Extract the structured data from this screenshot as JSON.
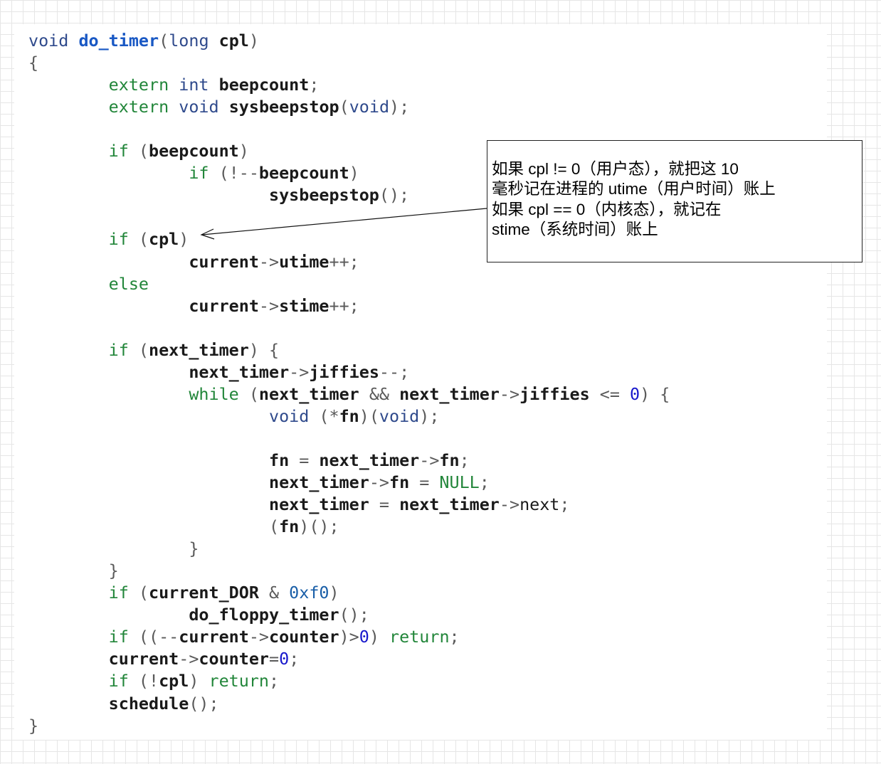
{
  "code": {
    "lines": [
      [
        {
          "t": "void",
          "c": "ty"
        },
        {
          "t": " ",
          "c": "op"
        },
        {
          "t": "do_timer",
          "c": "fnname"
        },
        {
          "t": "(",
          "c": "op"
        },
        {
          "t": "long",
          "c": "ty"
        },
        {
          "t": " ",
          "c": "op"
        },
        {
          "t": "cpl",
          "c": "id"
        },
        {
          "t": ")",
          "c": "op"
        }
      ],
      [
        {
          "t": "{",
          "c": "op"
        }
      ],
      [
        {
          "t": "        ",
          "c": "op"
        },
        {
          "t": "extern",
          "c": "kw"
        },
        {
          "t": " ",
          "c": "op"
        },
        {
          "t": "int",
          "c": "ty"
        },
        {
          "t": " ",
          "c": "op"
        },
        {
          "t": "beepcount",
          "c": "id"
        },
        {
          "t": ";",
          "c": "op"
        }
      ],
      [
        {
          "t": "        ",
          "c": "op"
        },
        {
          "t": "extern",
          "c": "kw"
        },
        {
          "t": " ",
          "c": "op"
        },
        {
          "t": "void",
          "c": "ty"
        },
        {
          "t": " ",
          "c": "op"
        },
        {
          "t": "sysbeepstop",
          "c": "id"
        },
        {
          "t": "(",
          "c": "op"
        },
        {
          "t": "void",
          "c": "ty"
        },
        {
          "t": ");",
          "c": "op"
        }
      ],
      [],
      [
        {
          "t": "        ",
          "c": "op"
        },
        {
          "t": "if",
          "c": "kw"
        },
        {
          "t": " (",
          "c": "op"
        },
        {
          "t": "beepcount",
          "c": "id"
        },
        {
          "t": ")",
          "c": "op"
        }
      ],
      [
        {
          "t": "                ",
          "c": "op"
        },
        {
          "t": "if",
          "c": "kw"
        },
        {
          "t": " (!--",
          "c": "op"
        },
        {
          "t": "beepcount",
          "c": "id"
        },
        {
          "t": ")",
          "c": "op"
        }
      ],
      [
        {
          "t": "                        ",
          "c": "op"
        },
        {
          "t": "sysbeepstop",
          "c": "id"
        },
        {
          "t": "();",
          "c": "op"
        }
      ],
      [],
      [
        {
          "t": "        ",
          "c": "op"
        },
        {
          "t": "if",
          "c": "kw"
        },
        {
          "t": " (",
          "c": "op"
        },
        {
          "t": "cpl",
          "c": "id"
        },
        {
          "t": ")",
          "c": "op"
        }
      ],
      [
        {
          "t": "                ",
          "c": "op"
        },
        {
          "t": "current",
          "c": "id"
        },
        {
          "t": "->",
          "c": "op"
        },
        {
          "t": "utime",
          "c": "id"
        },
        {
          "t": "++;",
          "c": "op"
        }
      ],
      [
        {
          "t": "        ",
          "c": "op"
        },
        {
          "t": "else",
          "c": "kw"
        }
      ],
      [
        {
          "t": "                ",
          "c": "op"
        },
        {
          "t": "current",
          "c": "id"
        },
        {
          "t": "->",
          "c": "op"
        },
        {
          "t": "stime",
          "c": "id"
        },
        {
          "t": "++;",
          "c": "op"
        }
      ],
      [],
      [
        {
          "t": "        ",
          "c": "op"
        },
        {
          "t": "if",
          "c": "kw"
        },
        {
          "t": " (",
          "c": "op"
        },
        {
          "t": "next_timer",
          "c": "id"
        },
        {
          "t": ") {",
          "c": "op"
        }
      ],
      [
        {
          "t": "                ",
          "c": "op"
        },
        {
          "t": "next_timer",
          "c": "id"
        },
        {
          "t": "->",
          "c": "op"
        },
        {
          "t": "jiffies",
          "c": "id"
        },
        {
          "t": "--;",
          "c": "op"
        }
      ],
      [
        {
          "t": "                ",
          "c": "op"
        },
        {
          "t": "while",
          "c": "kw"
        },
        {
          "t": " (",
          "c": "op"
        },
        {
          "t": "next_timer",
          "c": "id"
        },
        {
          "t": " && ",
          "c": "op"
        },
        {
          "t": "next_timer",
          "c": "id"
        },
        {
          "t": "->",
          "c": "op"
        },
        {
          "t": "jiffies",
          "c": "id"
        },
        {
          "t": " <= ",
          "c": "op"
        },
        {
          "t": "0",
          "c": "num"
        },
        {
          "t": ") {",
          "c": "op"
        }
      ],
      [
        {
          "t": "                        ",
          "c": "op"
        },
        {
          "t": "void",
          "c": "ty"
        },
        {
          "t": " (*",
          "c": "op"
        },
        {
          "t": "fn",
          "c": "id"
        },
        {
          "t": ")(",
          "c": "op"
        },
        {
          "t": "void",
          "c": "ty"
        },
        {
          "t": ");",
          "c": "op"
        }
      ],
      [],
      [
        {
          "t": "                        ",
          "c": "op"
        },
        {
          "t": "fn",
          "c": "id"
        },
        {
          "t": " = ",
          "c": "op"
        },
        {
          "t": "next_timer",
          "c": "id"
        },
        {
          "t": "->",
          "c": "op"
        },
        {
          "t": "fn",
          "c": "id"
        },
        {
          "t": ";",
          "c": "op"
        }
      ],
      [
        {
          "t": "                        ",
          "c": "op"
        },
        {
          "t": "next_timer",
          "c": "id"
        },
        {
          "t": "->",
          "c": "op"
        },
        {
          "t": "fn",
          "c": "id"
        },
        {
          "t": " = ",
          "c": "op"
        },
        {
          "t": "NULL",
          "c": "kw"
        },
        {
          "t": ";",
          "c": "op"
        }
      ],
      [
        {
          "t": "                        ",
          "c": "op"
        },
        {
          "t": "next_timer",
          "c": "id"
        },
        {
          "t": " = ",
          "c": "op"
        },
        {
          "t": "next_timer",
          "c": "id"
        },
        {
          "t": "->",
          "c": "op"
        },
        {
          "t": "next",
          "c": "plain"
        },
        {
          "t": ";",
          "c": "op"
        }
      ],
      [
        {
          "t": "                        ",
          "c": "op"
        },
        {
          "t": "(",
          "c": "op"
        },
        {
          "t": "fn",
          "c": "id"
        },
        {
          "t": ")();",
          "c": "op"
        }
      ],
      [
        {
          "t": "                ",
          "c": "op"
        },
        {
          "t": "}",
          "c": "op"
        }
      ],
      [
        {
          "t": "        ",
          "c": "op"
        },
        {
          "t": "}",
          "c": "op"
        }
      ],
      [
        {
          "t": "        ",
          "c": "op"
        },
        {
          "t": "if",
          "c": "kw"
        },
        {
          "t": " (",
          "c": "op"
        },
        {
          "t": "current_DOR",
          "c": "id"
        },
        {
          "t": " & ",
          "c": "op"
        },
        {
          "t": "0xf0",
          "c": "hex"
        },
        {
          "t": ")",
          "c": "op"
        }
      ],
      [
        {
          "t": "                ",
          "c": "op"
        },
        {
          "t": "do_floppy_timer",
          "c": "id"
        },
        {
          "t": "();",
          "c": "op"
        }
      ],
      [
        {
          "t": "        ",
          "c": "op"
        },
        {
          "t": "if",
          "c": "kw"
        },
        {
          "t": " ((--",
          "c": "op"
        },
        {
          "t": "current",
          "c": "id"
        },
        {
          "t": "->",
          "c": "op"
        },
        {
          "t": "counter",
          "c": "id"
        },
        {
          "t": ")>",
          "c": "op"
        },
        {
          "t": "0",
          "c": "num"
        },
        {
          "t": ") ",
          "c": "op"
        },
        {
          "t": "return",
          "c": "kw"
        },
        {
          "t": ";",
          "c": "op"
        }
      ],
      [
        {
          "t": "        ",
          "c": "op"
        },
        {
          "t": "current",
          "c": "id"
        },
        {
          "t": "->",
          "c": "op"
        },
        {
          "t": "counter",
          "c": "id"
        },
        {
          "t": "=",
          "c": "op"
        },
        {
          "t": "0",
          "c": "num"
        },
        {
          "t": ";",
          "c": "op"
        }
      ],
      [
        {
          "t": "        ",
          "c": "op"
        },
        {
          "t": "if",
          "c": "kw"
        },
        {
          "t": " (!",
          "c": "op"
        },
        {
          "t": "cpl",
          "c": "id"
        },
        {
          "t": ") ",
          "c": "op"
        },
        {
          "t": "return",
          "c": "kw"
        },
        {
          "t": ";",
          "c": "op"
        }
      ],
      [
        {
          "t": "        ",
          "c": "op"
        },
        {
          "t": "schedule",
          "c": "id"
        },
        {
          "t": "();",
          "c": "op"
        }
      ],
      [
        {
          "t": "}",
          "c": "op"
        }
      ]
    ]
  },
  "annotation": {
    "lines": [
      "如果 cpl != 0（用户态），就把这 10",
      "毫秒记在进程的 utime（用户时间）账上",
      "如果 cpl == 0（内核态），就记在",
      "stime（系统时间）账上"
    ]
  }
}
